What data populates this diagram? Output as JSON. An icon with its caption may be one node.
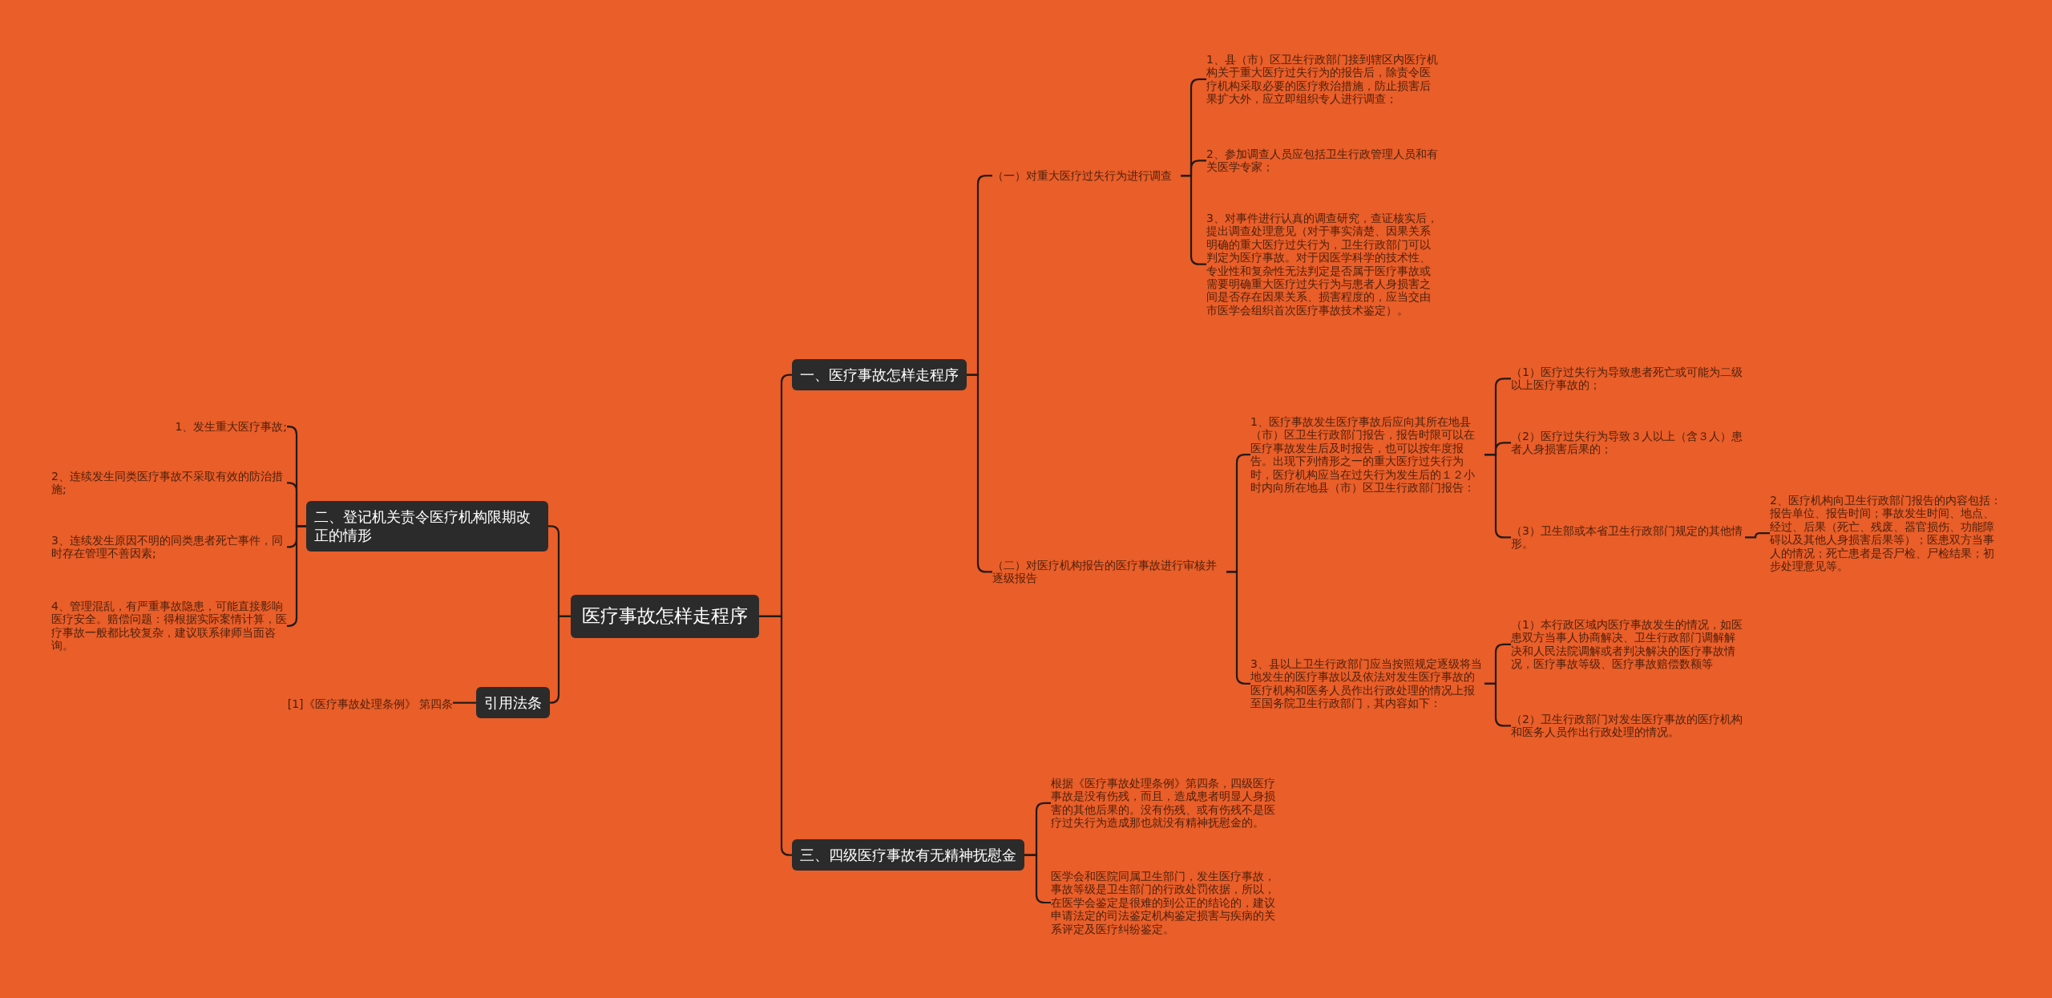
{
  "diagram": {
    "nodes": [
      {
        "text": [
          "医疗事故怎样走程序"
        ]
      },
      {
        "text": [
          "一、医疗事故怎样走程序"
        ]
      },
      {
        "text": [
          "（一）对重大医疗过失行为进行调查"
        ]
      },
      {
        "text": [
          "1、县（市）区卫生行政部门接到辖区内医疗机构关于重大医疗过失行为的报告后，除责令医疗机构采取必要的医疗救治措施，防止损害后果扩大外，应立即组织专人进行调查；"
        ]
      },
      {
        "text": [
          "2、参加调查人员应包括卫生行政管理人员和有关医学专家；"
        ]
      },
      {
        "text": [
          "3、对事件进行认真的调查研究，查证核实后，提出调查处理意见（对于事实清楚、因果关系明确的重大医疗过失行为，卫生行政部门可以判定为医疗事故。对于因医学科学的技术性、专业性和复杂性无法判定是否属于医疗事故或需要明确重大医疗过失行为与患者人身损害之间是否存在因果关系、损害程度的，应当交由市医学会组织首次医疗事故技术鉴定）。"
        ]
      },
      {
        "text": [
          "（二）对医疗机构报告的医疗事故进行审核并逐级报告"
        ]
      },
      {
        "text": [
          "1、医疗事故发生医疗事故后应向其所在地县（市）区卫生行政部门报告，报告时限可以在医疗事故发生后及时报告，也可以按年度报告。出现下列情形之一的重大医疗过失行为时，医疗机构应当在过失行为发生后的１２小时内向所在地县（市）区卫生行政部门报告："
        ]
      },
      {
        "text": [
          "（1）医疗过失行为导致患者死亡或可能为二级以上医疗事故的；"
        ]
      },
      {
        "text": [
          "（2）医疗过失行为导致３人以上（含３人）患者人身损害后果的；"
        ]
      },
      {
        "text": [
          "（3）卫生部或本省卫生行政部门规定的其他情形。"
        ]
      },
      {
        "text": [
          "2、医疗机构向卫生行政部门报告的内容包括：报告单位、报告时间；事故发生时间、地点、经过、后果（死亡、残废、器官损伤、功能障碍以及其他人身损害后果等）；医患双方当事人的情况；死亡患者是否尸检、尸检结果；初步处理意见等。"
        ]
      },
      {
        "text": [
          "3、县以上卫生行政部门应当按照规定逐级将当地发生的医疗事故以及依法对发生医疗事故的医疗机构和医务人员作出行政处理的情况上报至国务院卫生行政部门，其内容如下："
        ]
      },
      {
        "text": [
          "（1）本行政区域内医疗事故发生的情况，如医患双方当事人协商解决、卫生行政部门调解解决和人民法院调解或者判决解决的医疗事故情况，医疗事故等级、医疗事故赔偿数额等"
        ]
      },
      {
        "text": [
          "（2）卫生行政部门对发生医疗事故的医疗机构和医务人员作出行政处理的情况。"
        ]
      },
      {
        "text": [
          "三、四级医疗事故有无精神抚慰金"
        ]
      },
      {
        "text": [
          "根据《医疗事故处理条例》第四条，四级医疗事故是没有伤残，而且，造成患者明显人身损害的其他后果的。没有伤残、或有伤残不是医疗过失行为造成那也就没有精神抚慰金的。"
        ]
      },
      {
        "text": [
          "医学会和医院同属卫生部门，发生医疗事故，事故等级是卫生部门的行政处罚依据，所以，在医学会鉴定是很难的到公正的结论的，建议申请法定的司法鉴定机构鉴定损害与疾病的关系评定及医疗纠纷鉴定。"
        ]
      },
      {
        "text": [
          "二、登记机关责令医疗机构限期改正的情形"
        ]
      },
      {
        "text": [
          "1、发生重大医疗事故;"
        ]
      },
      {
        "text": [
          "2、连续发生同类医疗事故不采取有效的防治措施;"
        ]
      },
      {
        "text": [
          "3、连续发生原因不明的同类患者死亡事件，同时存在管理不善因素;"
        ]
      },
      {
        "text": [
          "4、管理混乱，有严重事故隐患，可能直接影响医疗安全。赔偿问题：得根据实际案情计算，医疗事故一般都比较复杂，建议联系律师当面咨询。"
        ]
      },
      {
        "text": [
          "引用法条"
        ]
      },
      {
        "text": [
          "[1]《医疗事故处理条例》 第四条"
        ]
      }
    ],
    "edges": [
      {
        "from": 0,
        "to": 1,
        "arrow": "none"
      },
      {
        "from": 1,
        "to": 2,
        "arrow": "none"
      },
      {
        "from": 2,
        "to": 3,
        "arrow": "none"
      },
      {
        "from": 2,
        "to": 4,
        "arrow": "none"
      },
      {
        "from": 2,
        "to": 5,
        "arrow": "none"
      },
      {
        "from": 1,
        "to": 6,
        "arrow": "none"
      },
      {
        "from": 6,
        "to": 7,
        "arrow": "none"
      },
      {
        "from": 7,
        "to": 8,
        "arrow": "none"
      },
      {
        "from": 7,
        "to": 9,
        "arrow": "none"
      },
      {
        "from": 7,
        "to": 10,
        "arrow": "none"
      },
      {
        "from": 10,
        "to": 11,
        "arrow": "none"
      },
      {
        "from": 6,
        "to": 12,
        "arrow": "none"
      },
      {
        "from": 12,
        "to": 13,
        "arrow": "none"
      },
      {
        "from": 12,
        "to": 14,
        "arrow": "none"
      },
      {
        "from": 0,
        "to": 15,
        "arrow": "none"
      },
      {
        "from": 15,
        "to": 16,
        "arrow": "none"
      },
      {
        "from": 15,
        "to": 17,
        "arrow": "none"
      },
      {
        "from": 0,
        "to": 18,
        "arrow": "none"
      },
      {
        "from": 18,
        "to": 19,
        "arrow": "none"
      },
      {
        "from": 18,
        "to": 20,
        "arrow": "none"
      },
      {
        "from": 18,
        "to": 21,
        "arrow": "none"
      },
      {
        "from": 18,
        "to": 22,
        "arrow": "none"
      },
      {
        "from": 0,
        "to": 23,
        "arrow": "none"
      },
      {
        "from": 23,
        "to": 24,
        "arrow": "none"
      }
    ]
  }
}
